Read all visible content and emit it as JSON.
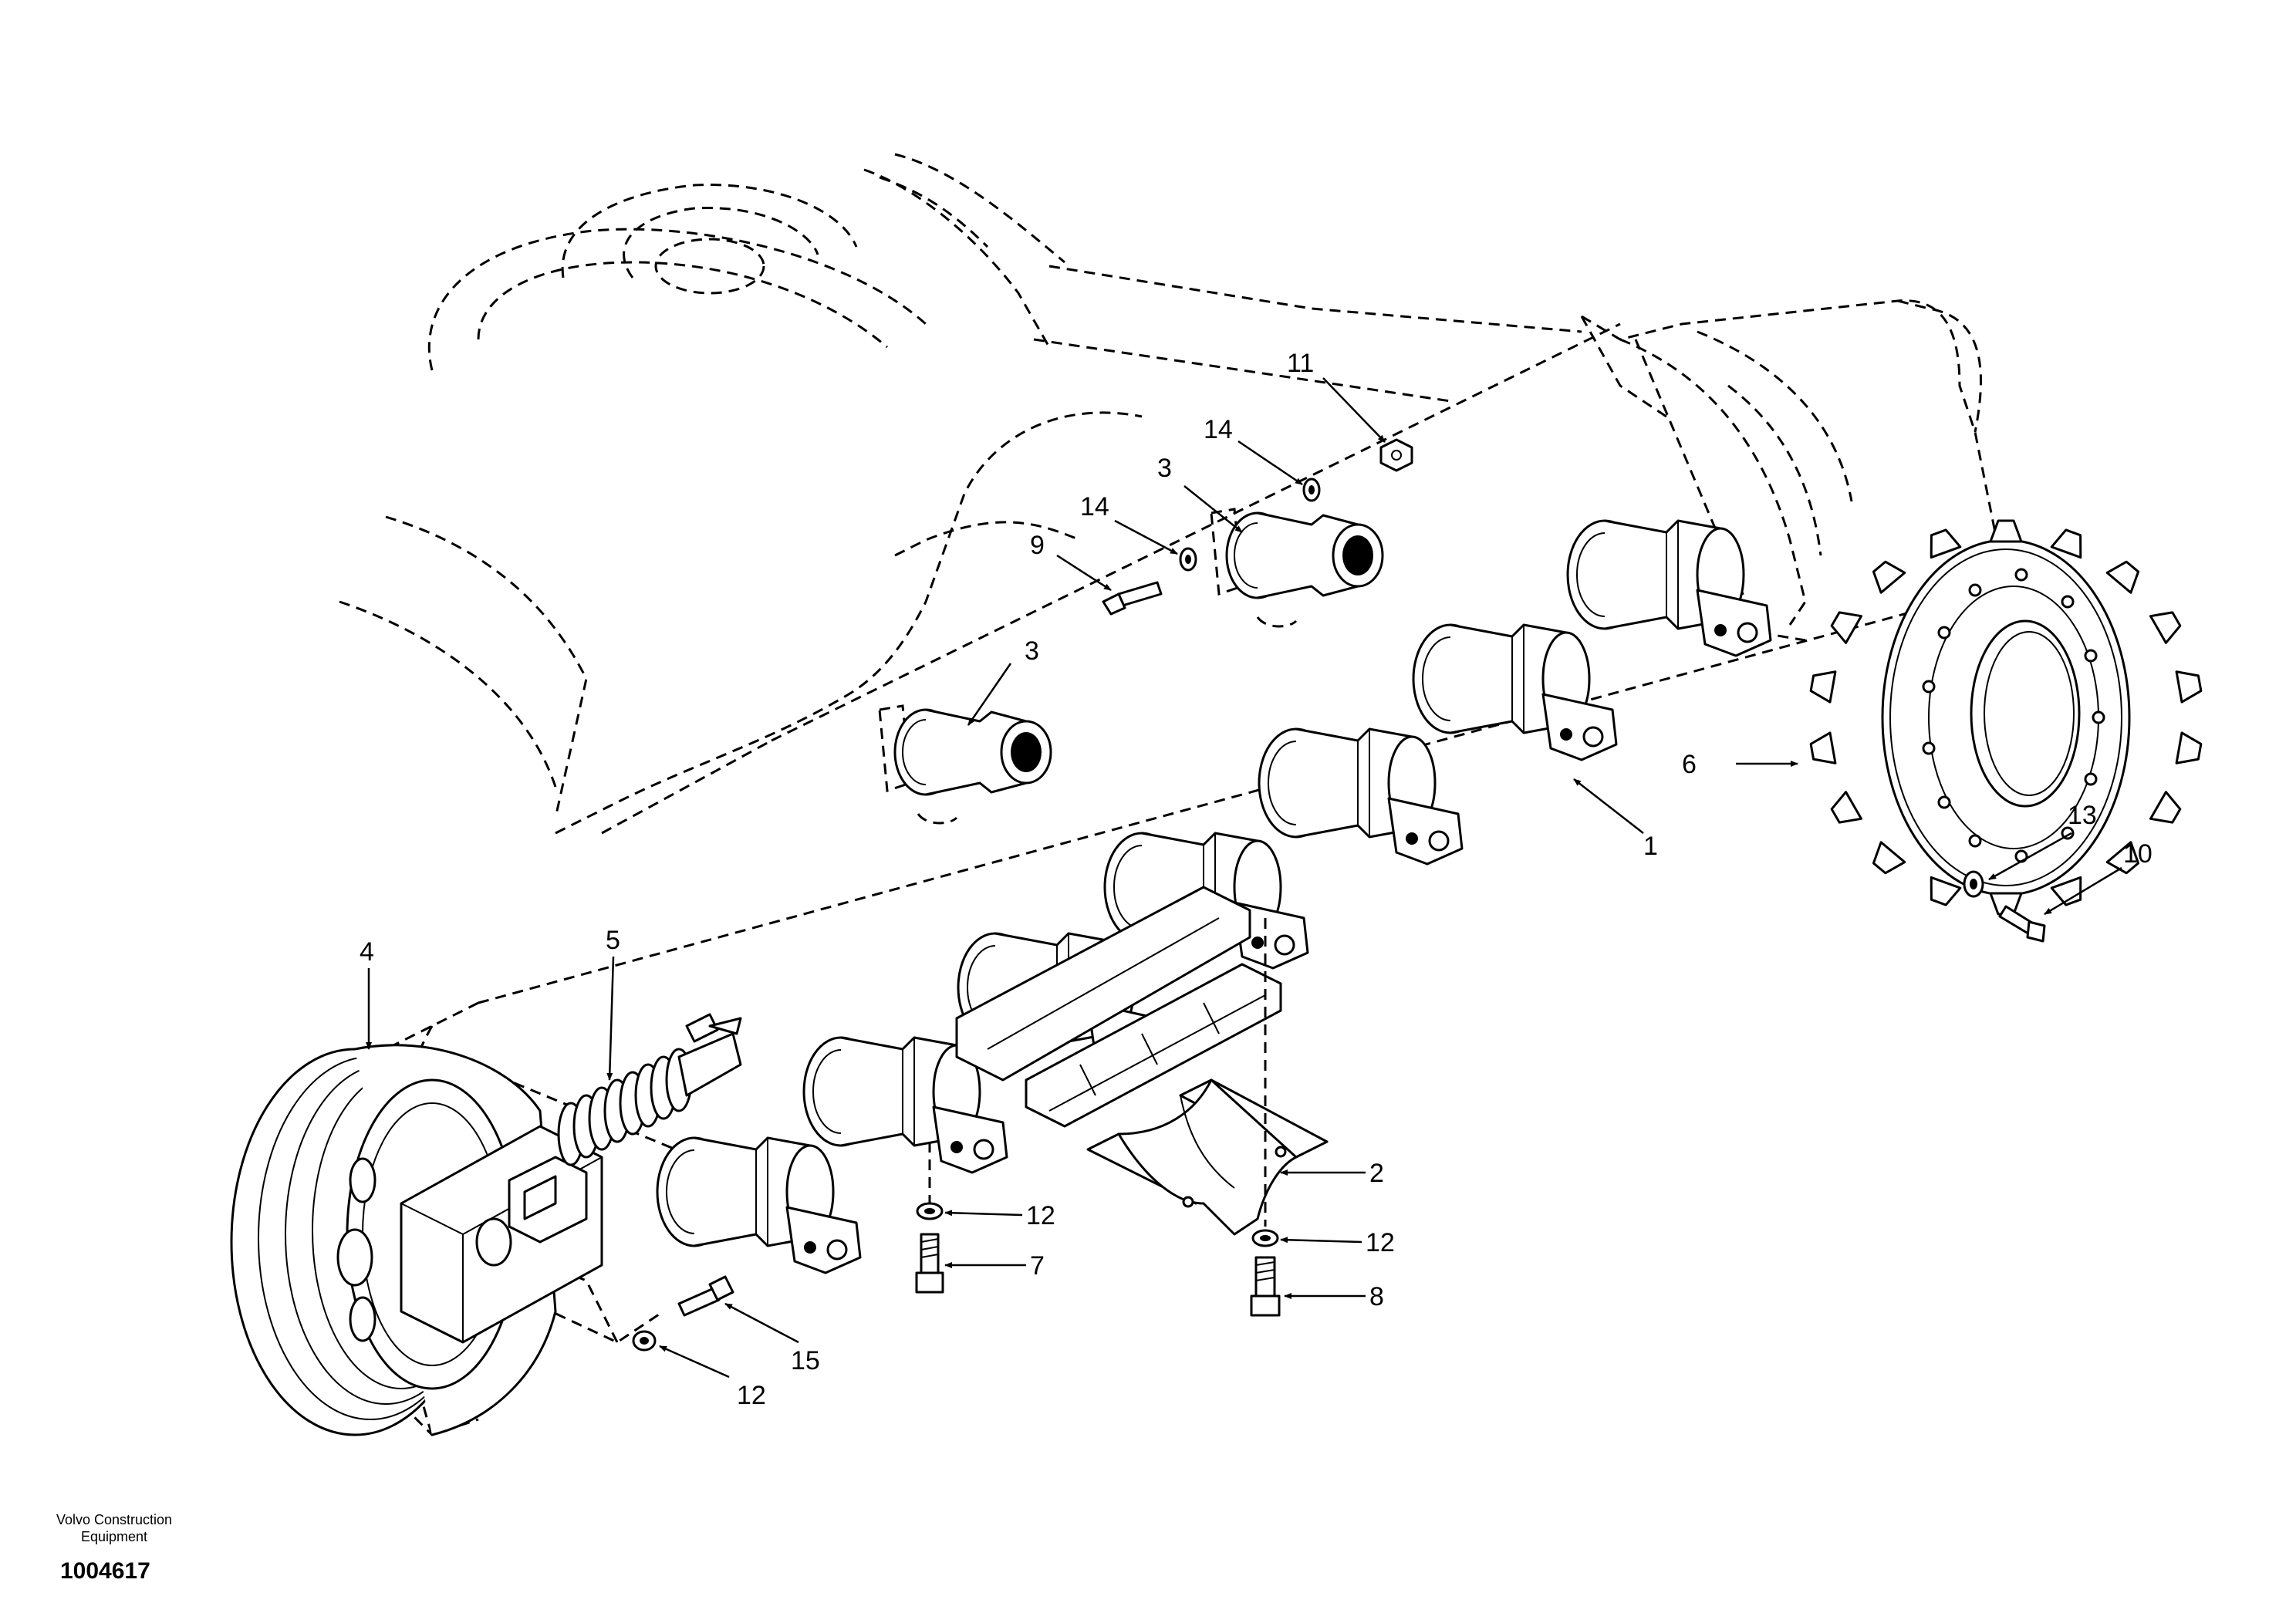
{
  "callouts": [
    {
      "id": "1",
      "label": "1"
    },
    {
      "id": "2",
      "label": "2"
    },
    {
      "id": "3a",
      "label": "3"
    },
    {
      "id": "3b",
      "label": "3"
    },
    {
      "id": "4",
      "label": "4"
    },
    {
      "id": "5",
      "label": "5"
    },
    {
      "id": "6",
      "label": "6"
    },
    {
      "id": "7",
      "label": "7"
    },
    {
      "id": "8",
      "label": "8"
    },
    {
      "id": "9",
      "label": "9"
    },
    {
      "id": "10",
      "label": "10"
    },
    {
      "id": "11",
      "label": "11"
    },
    {
      "id": "12a",
      "label": "12"
    },
    {
      "id": "12b",
      "label": "12"
    },
    {
      "id": "12c",
      "label": "12"
    },
    {
      "id": "13",
      "label": "13"
    },
    {
      "id": "14a",
      "label": "14"
    },
    {
      "id": "14b",
      "label": "14"
    },
    {
      "id": "15",
      "label": "15"
    }
  ],
  "footer": {
    "brand_line1": "Volvo Construction",
    "brand_line2": "Equipment",
    "drawing_number": "1004617"
  }
}
